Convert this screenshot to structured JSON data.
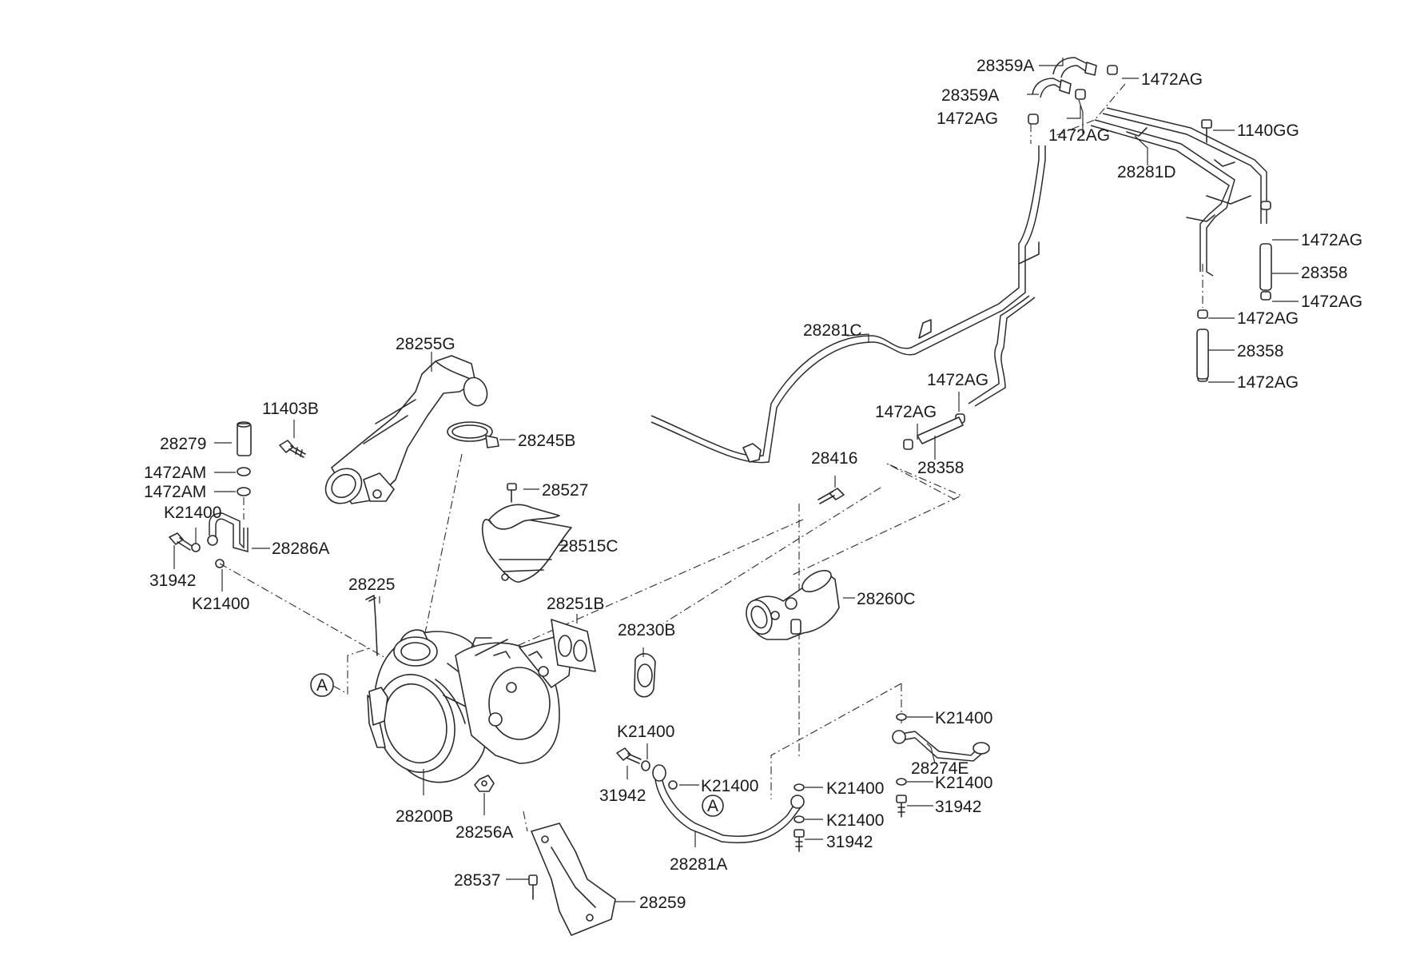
{
  "labels": {
    "p28359A_1": "28359A",
    "p28359A_2": "28359A",
    "p1472AG_1": "1472AG",
    "p1472AG_2": "1472AG",
    "p1472AG_3": "1472AG",
    "p1140GG": "1140GG",
    "p28281D": "28281D",
    "p1472AG_4": "1472AG",
    "p28358_1": "28358",
    "p1472AG_5": "1472AG",
    "p1472AG_6": "1472AG",
    "p28358_2": "28358",
    "p1472AG_7": "1472AG",
    "p28281C": "28281C",
    "p1472AG_8": "1472AG",
    "p1472AG_9": "1472AG",
    "p28358_3": "28358",
    "p28255G": "28255G",
    "p11403B": "11403B",
    "p28279": "28279",
    "p1472AM_1": "1472AM",
    "p1472AM_2": "1472AM",
    "pK21400_1": "K21400",
    "p28245B": "28245B",
    "p28416": "28416",
    "p28527": "28527",
    "p28286A": "28286A",
    "p31942_1": "31942",
    "p28515C": "28515C",
    "pK21400_2": "K21400",
    "p28225": "28225",
    "p28260C": "28260C",
    "p28251B": "28251B",
    "p28230B": "28230B",
    "pK21400_3": "K21400",
    "pK21400_4": "K21400",
    "p28274E": "28274E",
    "pK21400_5": "K21400",
    "p31942_2": "31942",
    "pK21400_6": "K21400",
    "pK21400_7": "K21400",
    "pK21400_8": "K21400",
    "p31942_3": "31942",
    "p31942_4": "31942",
    "p28200B": "28200B",
    "p28256A": "28256A",
    "p28281A": "28281A",
    "p28537": "28537",
    "p28259": "28259"
  },
  "markers": {
    "ref_a_left": "A",
    "ref_a_right": "A"
  }
}
